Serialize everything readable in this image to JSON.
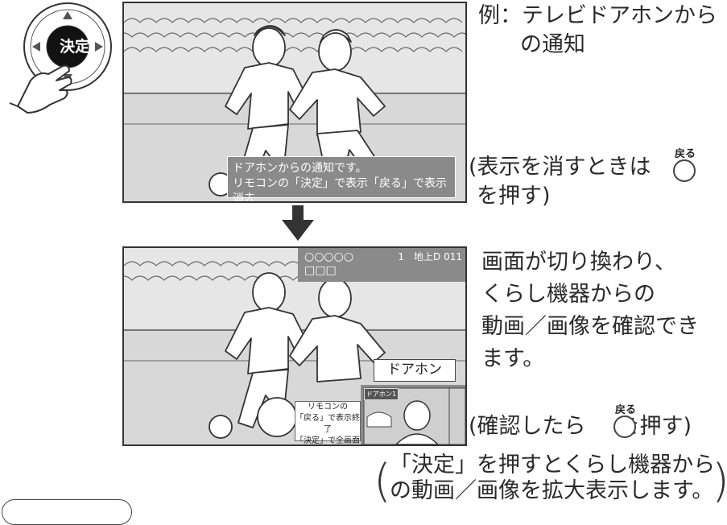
{
  "step1": {
    "example_line1": "例：テレビドアホンから",
    "example_line2": "の通知",
    "osd_notice_line1": "ドアホンからの通知です。",
    "osd_notice_line2": "リモコンの「決定」で表示「戻る」で表示消去",
    "hint_line1": "(表示を消すときは",
    "hint_line2": "を押す)",
    "back_button_label": "戻る"
  },
  "remote": {
    "center_label": "決定"
  },
  "step2": {
    "banner_title": "○○○○○",
    "banner_sub": "□□□",
    "banner_channel": "1　地上D 011",
    "doorphone_label": "ドアホン",
    "remote_hint_line1": "リモコンの",
    "remote_hint_line2": "「戻る」で表示終了",
    "remote_hint_line3": "「決定」で全画面表示",
    "subscreen_tag": "ドアホン1",
    "desc_line1": "画面が切り換わり、",
    "desc_line2": "くらし機器からの",
    "desc_line3": "動画／画像を確認でき",
    "desc_line4": "ます。",
    "confirm_pre": "(確認したら",
    "confirm_post": "を押す)",
    "back_button_label": "戻る"
  },
  "footer": {
    "line1": "「決定」を押すとくらし機器から",
    "line2": "の動画／画像を拡大表示します。"
  },
  "colors": {
    "osd_gray": "#8a8a8a",
    "screen_bg": "#dcdcdc",
    "remote_center": "#111111"
  }
}
